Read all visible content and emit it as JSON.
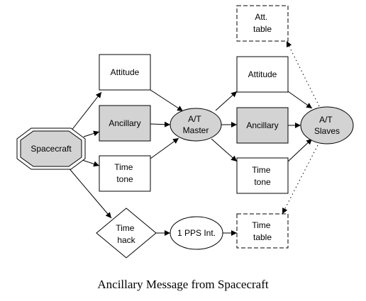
{
  "diagram": {
    "caption": "Ancillary Message from Spacecraft",
    "nodes": {
      "spacecraft": [
        "Spacecraft"
      ],
      "attitude_left": [
        "Attitude"
      ],
      "ancillary_left": [
        "Ancillary"
      ],
      "time_tone_left": [
        "Time",
        "tone"
      ],
      "at_master": [
        "A/T",
        "Master"
      ],
      "attitude_right": [
        "Attitude"
      ],
      "ancillary_right": [
        "Ancillary"
      ],
      "time_tone_right": [
        "Time",
        "tone"
      ],
      "at_slaves": [
        "A/T",
        "Slaves"
      ],
      "att_table": [
        "Att.",
        "table"
      ],
      "time_table": [
        "Time",
        "table"
      ],
      "time_hack": [
        "Time",
        "hack"
      ],
      "pps_int": [
        "1 PPS Int."
      ]
    },
    "colors": {
      "gray_fill": "#d3d3d3",
      "white_fill": "#ffffff",
      "stroke": "#000000"
    }
  }
}
